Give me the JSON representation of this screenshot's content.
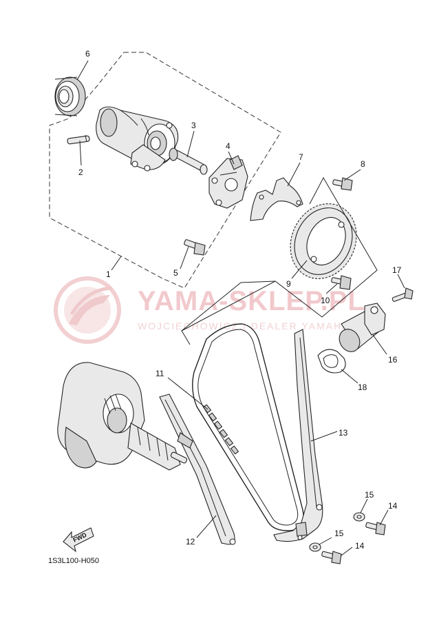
{
  "watermark": {
    "brand": "YAMA-SKLEP.PL",
    "subtitle": "WOJCIECHOWICZ | DEALER YAMAHA",
    "color": "#e8a9ad"
  },
  "diagram_code": "1S3L100-H050",
  "fwd_label": "FWD",
  "callouts": {
    "c1": "1",
    "c2": "2",
    "c3": "3",
    "c4": "4",
    "c5": "5",
    "c6": "6",
    "c7": "7",
    "c8": "8",
    "c9": "9",
    "c10": "10",
    "c11": "11",
    "c12": "12",
    "c13": "13",
    "c14a": "14",
    "c14b": "14",
    "c15a": "15",
    "c15b": "15",
    "c16": "16",
    "c17": "17",
    "c18": "18"
  }
}
